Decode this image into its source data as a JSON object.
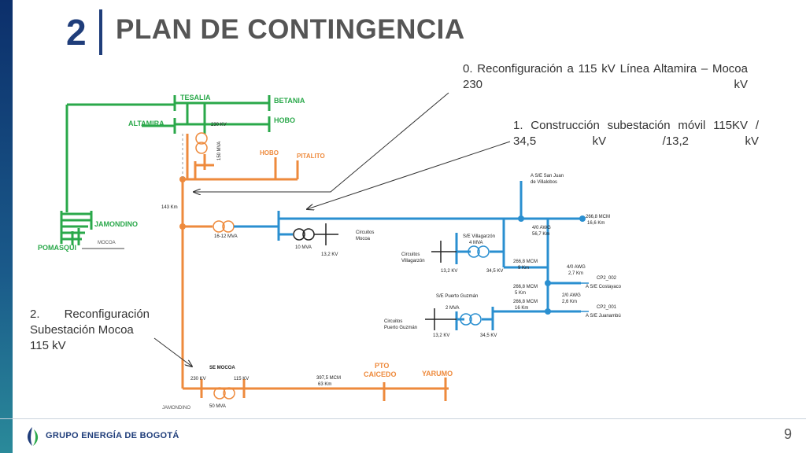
{
  "slide": {
    "section_number": "2",
    "title": "PLAN DE CONTINGENCIA",
    "page_number": "9"
  },
  "notes": {
    "n0": "0. Reconfiguración a 115 kV Línea Altamira – Mocoa 230 kV",
    "n1": "1. Construcción subestación móvil 115KV / 34,5 kV /13,2 kV",
    "n2_line1": "2. Reconfiguración Subestación Mocoa",
    "n2_line2": "115 kV"
  },
  "footer": {
    "brand": "GRUPO ENERGÍA DE BOGOTÁ"
  },
  "colors": {
    "green": "#2aa84a",
    "orange": "#ee8a3c",
    "blue": "#2a8fd0",
    "navy": "#1f3d7a"
  },
  "diagram": {
    "green_labels": {
      "tesalia": "TESALIA",
      "betania": "BETANIA",
      "altamira": "ALTAMIRA",
      "hobo_g": "HOBO",
      "jamondino": "JAMONDINO",
      "pomasqui": "POMASQUI"
    },
    "orange_labels": {
      "hobo_o": "HOBO",
      "pitalito": "PITALITO",
      "pto": "PTO",
      "caicedo": "CAICEDO",
      "yarumo": "YARUMO"
    },
    "small": {
      "kv230": "230 KV",
      "mva150": "150 MVA",
      "km143": "143 Km",
      "mocoa": "MOCOA",
      "mva1612": "16-12 MVA",
      "mva10": "10 MVA",
      "kv132a": "13,2 KV",
      "circ_mocoa_1": "Circuitos",
      "circ_mocoa_2": "Mocoa",
      "sanjuan_1": "A S/E San Juan",
      "sanjuan_2": "de Villalobos",
      "awg40a_1": "4/0 AWG",
      "awg40a_2": "56,7 Km",
      "mcm2668_1": "266,8 MCM",
      "mcm2668_2": "16,6 Km",
      "villag_1": "S/E Villagarzón",
      "villag_2": "4 MVA",
      "circ_villa_1": "Circuitos",
      "circ_villa_2": "Villagarzón",
      "kv132b": "13,2 KV",
      "kv345a": "34,5 KV",
      "mcm9_1": "266,8 MCM",
      "mcm9_2": "9 Km",
      "awg40b_1": "4/0 AWG",
      "awg40b_2": "2,7 Km",
      "cp2002": "CP2_002",
      "costayaco": "A S/E Costayaco",
      "mcm5_1": "266,8 MCM",
      "mcm5_2": "5 Km",
      "ptoguz": "S/E Puerto Guzmán",
      "mcm16_1": "266,8 MCM",
      "mcm16_2": "16 Km",
      "awg20_1": "2/0 AWG",
      "awg20_2": "2,6 Km",
      "cp2001": "CP2_001",
      "juanambu": "A S/E Juanambú",
      "mva2": "2 MVA",
      "circ_pg_1": "Circuitos",
      "circ_pg_2": "Puerto Guzmán",
      "kv132c": "13,2 KV",
      "kv345b": "34,5 KV",
      "se_mocoa": "SE MOCOA",
      "kv230b": "230 KV",
      "kv115": "115 KV",
      "mva50": "50 MVA",
      "jamondino_b": "JAMONDINO",
      "mcm3975_1": "397,5 MCM",
      "mcm3975_2": "63 Km"
    }
  }
}
